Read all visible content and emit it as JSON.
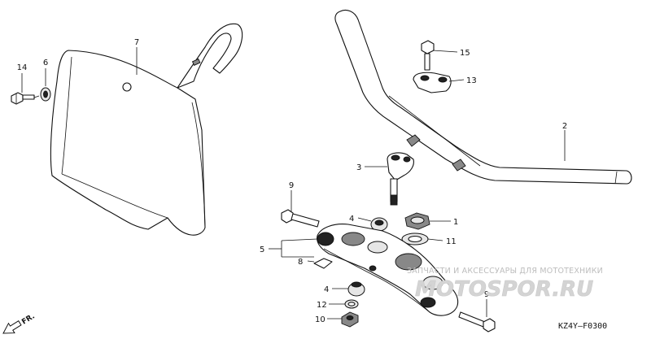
{
  "callouts": {
    "p1": "1",
    "p2": "2",
    "p3": "3",
    "p4a": "4",
    "p4b": "4",
    "p5": "5",
    "p6": "6",
    "p7": "7",
    "p8": "8",
    "p9a": "9",
    "p9b": "9",
    "p10": "10",
    "p11": "11",
    "p12": "12",
    "p13": "13",
    "p14": "14",
    "p15": "15"
  },
  "direction_label": "FR.",
  "diagram_code": "KZ4Y—F0300",
  "watermark": {
    "text": "ЗАПЧАСТИ И АКСЕССУАРЫ ДЛЯ МОТОТЕХНИКИ",
    "logo": "MOTOSPOR.RU"
  }
}
